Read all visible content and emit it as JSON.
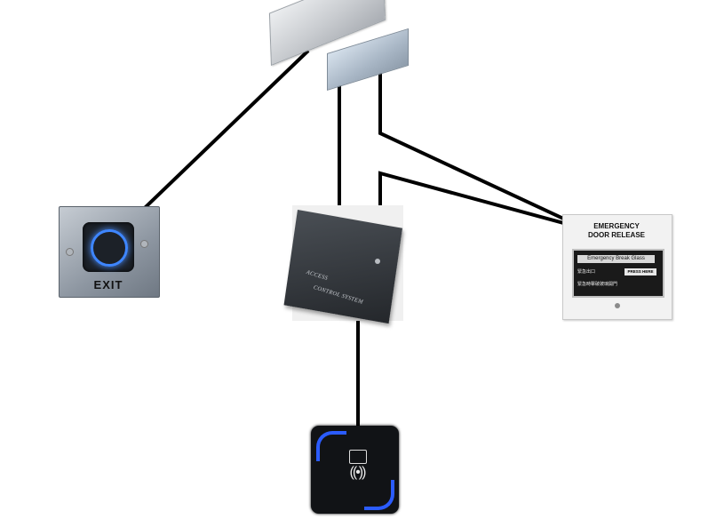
{
  "diagram": {
    "devices": {
      "exit_button": {
        "label": "EXIT"
      },
      "access_control": {
        "line1": "ACCESS",
        "line2": "CONTROL SYSTEM"
      },
      "emergency_release": {
        "title_line1": "EMERGENCY",
        "title_line2": "DOOR RELEASE",
        "subtitle": "Emergency Break Glass",
        "press_here": "PRESS HERE",
        "chars_row1": "緊急出口",
        "chars_row2": "緊急時擊破玻璃開門"
      }
    },
    "wire_color": "#000000",
    "accent_blue": "#2b5cff"
  }
}
